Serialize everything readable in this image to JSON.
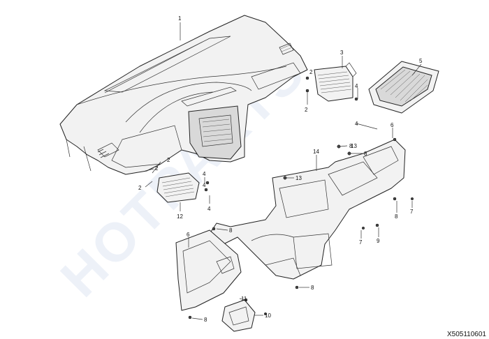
{
  "watermark": "HOTPARTS",
  "ref_code": "X505110601",
  "callouts": [
    "1",
    "2",
    "2",
    "2",
    "2",
    "2",
    "3",
    "4",
    "4",
    "4",
    "4",
    "4",
    "5",
    "6",
    "6",
    "7",
    "7",
    "8",
    "8",
    "8",
    "8",
    "8",
    "8",
    "9",
    "10",
    "11",
    "12",
    "13",
    "13",
    "14"
  ]
}
